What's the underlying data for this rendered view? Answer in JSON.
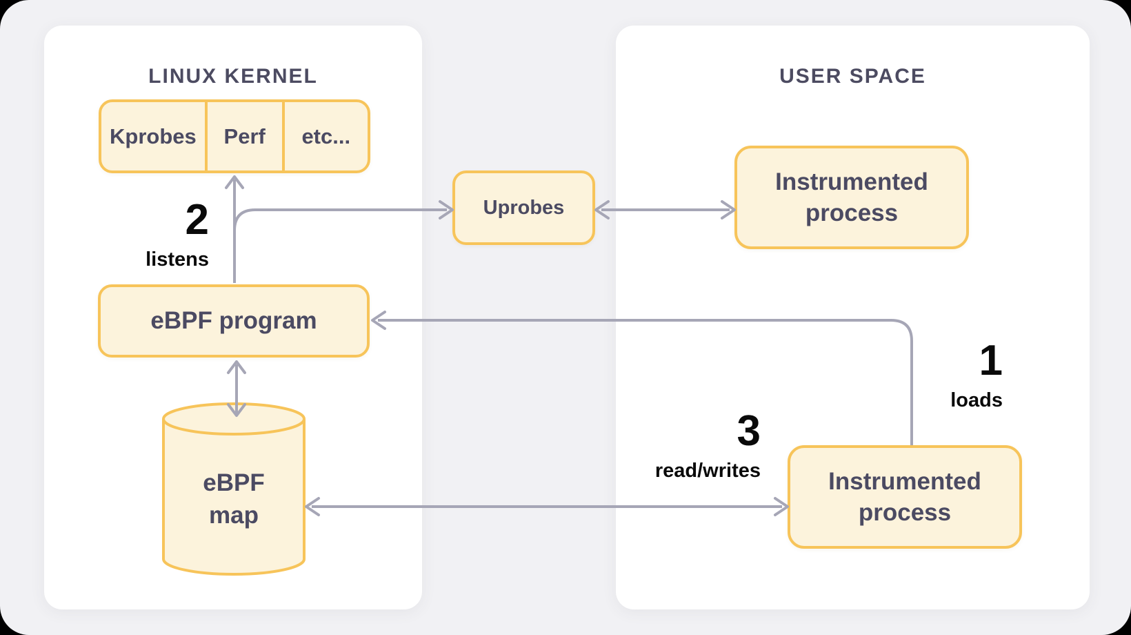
{
  "diagram": {
    "panels": {
      "kernel": {
        "title": "LINUX KERNEL"
      },
      "user": {
        "title": "USER SPACE"
      }
    },
    "nodes": {
      "probe_row": {
        "cells": [
          "Kprobes",
          "Perf",
          "etc..."
        ]
      },
      "uprobes": {
        "label": "Uprobes"
      },
      "ebpf_program": {
        "label": "eBPF program"
      },
      "ebpf_map": {
        "line1": "eBPF",
        "line2": "map"
      },
      "instrumented_top": {
        "label": "Instrumented process"
      },
      "instrumented_bottom": {
        "label": "Instrumented process"
      }
    },
    "annotations": {
      "step1": {
        "number": "1",
        "label": "loads"
      },
      "step2": {
        "number": "2",
        "label": "listens"
      },
      "step3": {
        "number": "3",
        "label": "read/writes"
      }
    },
    "colors": {
      "node_fill": "#FCF3DC",
      "node_border": "#F7C45A",
      "arrow": "#A6A6B6",
      "node_text": "#4B4A62",
      "title_text": "#4C4B61",
      "annotation_text": "#0A0A0A",
      "page_bg": "#F1F1F4",
      "panel_bg": "#FFFFFF"
    }
  }
}
